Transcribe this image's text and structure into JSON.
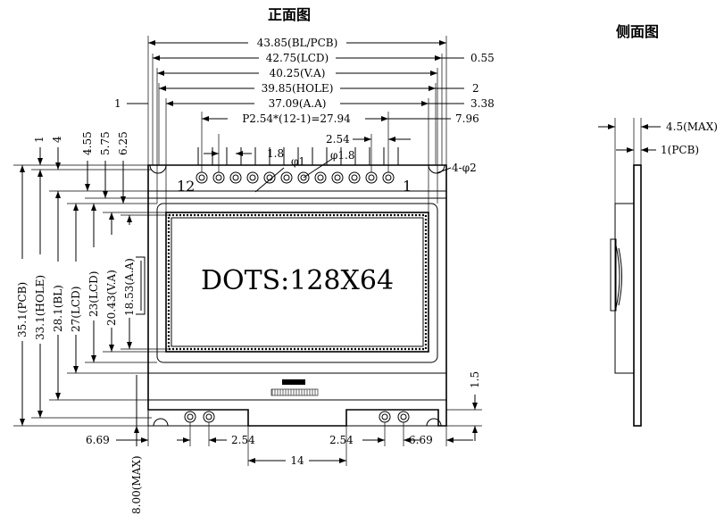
{
  "titles": {
    "front": "正面图",
    "side": "侧面图"
  },
  "display_text": "DOTS:128X64",
  "pins": {
    "left": "12",
    "right": "1"
  },
  "dims_top": {
    "bl_pcb": "43.85(BL/PCB)",
    "lcd": "42.75(LCD)",
    "va": "40.25(V.A)",
    "hole": "39.85(HOLE)",
    "aa": "37.09(A.A)",
    "pitch_total": "P2.54*(12-1)=27.94",
    "pitch": "2.54",
    "pin_offset": "1.8",
    "right_055": "0.55",
    "right_2": "2",
    "right_338": "3.38",
    "right_796": "7.96",
    "left_1": "1",
    "phi1": "φ1",
    "phi18": "φ1.8",
    "holes": "4-φ2"
  },
  "dims_left": {
    "d1": "1",
    "d4": "4",
    "d455": "4.55",
    "d575": "5.75",
    "d625": "6.25",
    "pcb": "35.1(PCB)",
    "hole": "33.1(HOLE)",
    "bl": "28.1(BL)",
    "lcd_h": "27(LCD)",
    "lcd": "23(LCD)",
    "va": "20.43(V.A)",
    "aa": "18.53(A.A)"
  },
  "dims_bottom": {
    "left_669": "6.69",
    "left_254": "2.54",
    "right_254": "2.54",
    "right_669": "6.69",
    "span_14": "14",
    "max_800": "8.00(MAX)",
    "right_15": "1.5"
  },
  "dims_side": {
    "max": "4.5(MAX)",
    "pcb": "1(PCB)"
  }
}
